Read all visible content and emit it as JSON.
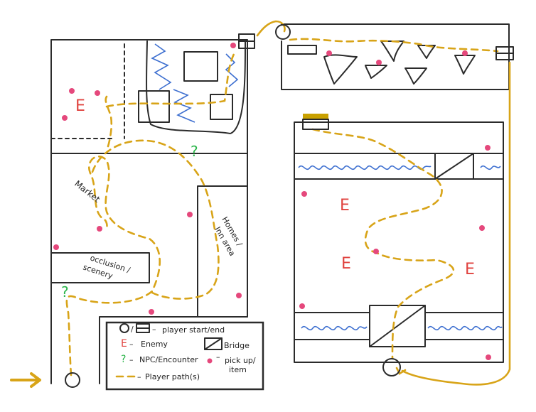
{
  "labels": {
    "market": "Market",
    "occlusion_line1": "occlusion /",
    "occlusion_line2": "scenery",
    "homes_line1": "Homes /",
    "homes_line2": "Inn area"
  },
  "markers": {
    "enemy": "E",
    "npc": "?"
  },
  "legend": {
    "start_end": "player start/end",
    "enemy_symbol": "E",
    "enemy": "Enemy",
    "bridge": "Bridge",
    "npc_symbol": "?",
    "npc": "NPC/Encounter",
    "pickup_line1": "pick up/",
    "pickup_line2": "item",
    "path": "Player path(s)"
  },
  "colors": {
    "path": "#d8a418",
    "enemy": "#e0433f",
    "npc": "#2bb54a",
    "pickup": "#e5487c",
    "water": "#3d6fd0",
    "wall": "#2b2b2b"
  }
}
